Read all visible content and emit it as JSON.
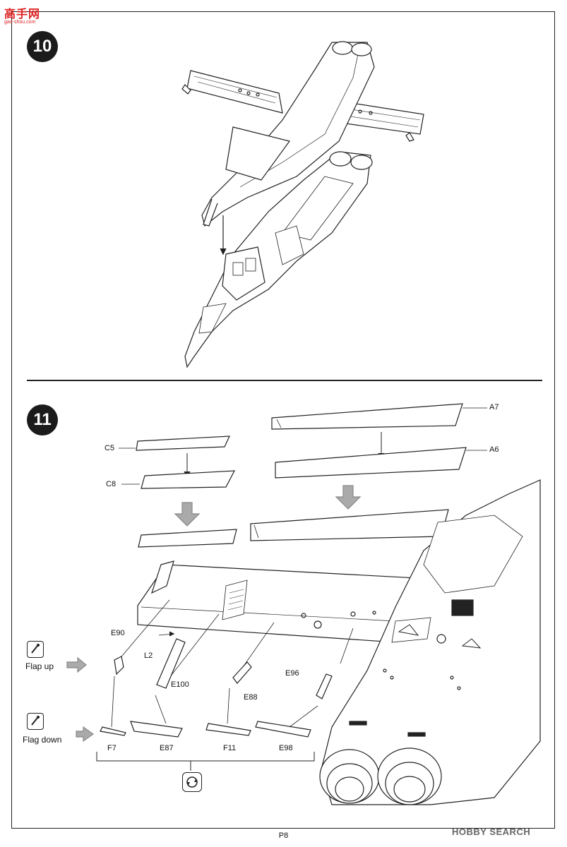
{
  "steps": [
    {
      "number": "10"
    },
    {
      "number": "11"
    }
  ],
  "parts": {
    "A7": "A7",
    "A6": "A6",
    "C5": "C5",
    "C8": "C8",
    "E90": "E90",
    "L2": "L2",
    "E100": "E100",
    "E88": "E88",
    "E96": "E96",
    "F7": "F7",
    "E87": "E87",
    "F11": "F11",
    "E98": "E98"
  },
  "notes": {
    "flap_up": "Flap up",
    "flag_down": "Flag down"
  },
  "page_number": "P8",
  "watermarks": {
    "top_chinese": "高手网",
    "top_url": "gao-shou.com",
    "bottom": "HOBBY SEARCH"
  },
  "icons": [
    "glue-tube-icon",
    "glue-tube-icon",
    "flip-over-icon",
    "assembly-arrow-icon"
  ]
}
